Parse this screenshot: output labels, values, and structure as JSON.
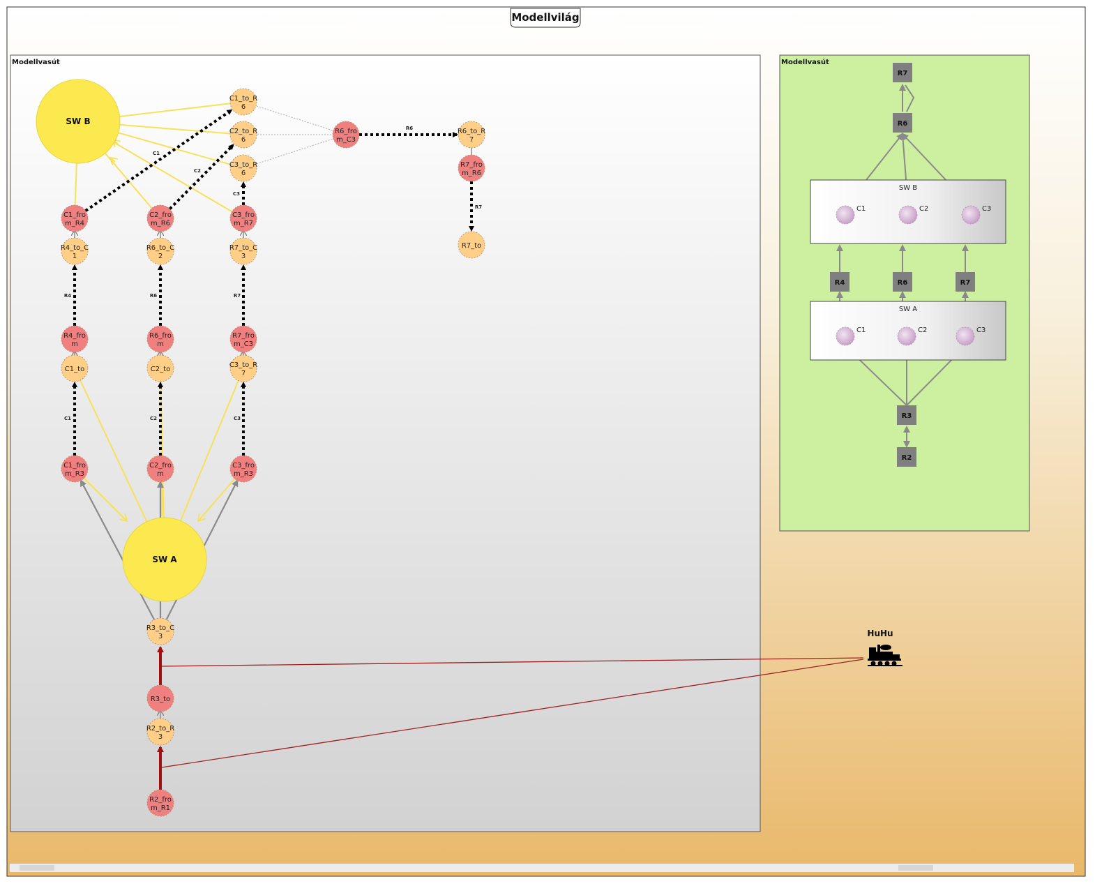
{
  "world": {
    "title": "Modellvilág"
  },
  "left_panel": {
    "title": "Modellvasút",
    "sw_b_label": "SW B",
    "sw_a_label": "SW A",
    "nodes": [
      {
        "id": "c1_to_r6",
        "kind": "to",
        "lines": [
          "C1_to_R",
          "6"
        ]
      },
      {
        "id": "c2_to_r6",
        "kind": "to",
        "lines": [
          "C2_to_R",
          "6"
        ]
      },
      {
        "id": "c3_to_r6",
        "kind": "to",
        "lines": [
          "C3_to_R",
          "6"
        ]
      },
      {
        "id": "r6_from_c3",
        "kind": "from",
        "lines": [
          "R6_fro",
          "m_C3"
        ]
      },
      {
        "id": "r6_to_r7",
        "kind": "to",
        "lines": [
          "R6_to_R",
          "7"
        ]
      },
      {
        "id": "r7_from_r6",
        "kind": "from",
        "lines": [
          "R7_fro",
          "m_R6"
        ]
      },
      {
        "id": "r7_to",
        "kind": "to",
        "lines": [
          "R7_to"
        ]
      },
      {
        "id": "c1_from_r4",
        "kind": "from",
        "lines": [
          "C1_fro",
          "m_R4"
        ]
      },
      {
        "id": "c2_from_r6",
        "kind": "from",
        "lines": [
          "C2_fro",
          "m_R6"
        ]
      },
      {
        "id": "c3_from_r7",
        "kind": "from",
        "lines": [
          "C3_fro",
          "m_R7"
        ]
      },
      {
        "id": "r4_to_c1",
        "kind": "to",
        "lines": [
          "R4_to_C",
          "1"
        ]
      },
      {
        "id": "r6_to_c2",
        "kind": "to",
        "lines": [
          "R6_to_C",
          "2"
        ]
      },
      {
        "id": "r7_to_c3",
        "kind": "to",
        "lines": [
          "R7_to_C",
          "3"
        ]
      },
      {
        "id": "r4_from",
        "kind": "from",
        "lines": [
          "R4_fro",
          "m"
        ]
      },
      {
        "id": "r6_from",
        "kind": "from",
        "lines": [
          "R6_fro",
          "m"
        ]
      },
      {
        "id": "r7_from_c3",
        "kind": "from",
        "lines": [
          "R7_fro",
          "m_C3"
        ]
      },
      {
        "id": "c1_to",
        "kind": "to",
        "lines": [
          "C1_to"
        ]
      },
      {
        "id": "c2_to",
        "kind": "to",
        "lines": [
          "C2_to"
        ]
      },
      {
        "id": "c3_to_r7",
        "kind": "to",
        "lines": [
          "C3_to_R",
          "7"
        ]
      },
      {
        "id": "c1_from_r3",
        "kind": "from",
        "lines": [
          "C1_fro",
          "m_R3"
        ]
      },
      {
        "id": "c2_from",
        "kind": "from",
        "lines": [
          "C2_fro",
          "m"
        ]
      },
      {
        "id": "c3_from_r3",
        "kind": "from",
        "lines": [
          "C3_fro",
          "m_R3"
        ]
      },
      {
        "id": "r3_to_c3",
        "kind": "to",
        "lines": [
          "R3_to_C",
          "3"
        ]
      },
      {
        "id": "r3_to",
        "kind": "from",
        "lines": [
          "R3_to"
        ]
      },
      {
        "id": "r2_to_r3",
        "kind": "to",
        "lines": [
          "R2_to_R",
          "3"
        ]
      },
      {
        "id": "r2_from_r1",
        "kind": "from",
        "lines": [
          "R2_fro",
          "m_R1"
        ]
      }
    ],
    "edge_labels": [
      "C1",
      "C2",
      "C3",
      "R6",
      "R7",
      "R4",
      "R6",
      "R7",
      "C1",
      "C2",
      "C3"
    ]
  },
  "right_panel": {
    "title": "Modellvasút",
    "switch_b": {
      "label": "SW B",
      "ports": [
        "C1",
        "C2",
        "C3"
      ]
    },
    "switch_a": {
      "label": "SW A",
      "ports": [
        "C1",
        "C2",
        "C3"
      ]
    },
    "segments": [
      "R7",
      "R6",
      "R4",
      "R6",
      "R7",
      "R3",
      "R2"
    ]
  },
  "train": {
    "label": "HuHu",
    "icon": "locomotive-icon"
  },
  "colors": {
    "node_to": "#ffcf87",
    "node_from": "#f08080",
    "switch": "#fce94f",
    "yellow_edge": "#f7e15a",
    "gray_edge": "#8a8a8a",
    "train_edge": "#a01010",
    "right_bg": "#ccf0a0",
    "segment": "#7f7f7f",
    "port": "#d8b8d8"
  }
}
